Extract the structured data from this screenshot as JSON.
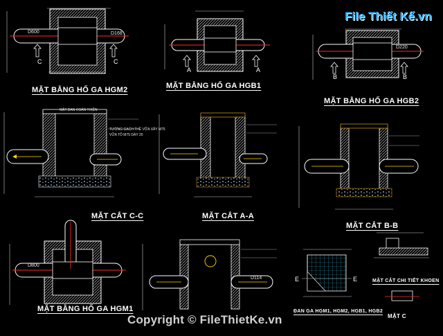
{
  "titles": {
    "hgm2": "MẶT BẰNG HỐ GA  HGM2",
    "hgb1": "MẶT BẰNG HỐ GA  HGB1",
    "hgb2": "MẶT BẰNG HỐ GA  HGB2",
    "cc": "MẶT CẮT C-C",
    "aa": "MẶT CẮT A-A",
    "bb": "MẶT CẮT B-B",
    "hgm1": "MẶT BẰNG HỐ GA  HGM1",
    "khoen": "MẶT CẮT CHI TIẾT KHOEN",
    "dan_ga": "ĐAN GA HGM1, HGM2, HGB1, HGB2",
    "mat_c": "MẶT C"
  },
  "pipe_labels": {
    "d600": "D600",
    "d800": "D800",
    "d114": "D114",
    "d168": "D168",
    "d220": "D220"
  },
  "section_marks": {
    "a": "A",
    "b": "B",
    "c": "C",
    "e": "E"
  },
  "notes": {
    "nap_hoa_tien": "MẶT ĐAN HOÀN THIỆN",
    "tuong_gach": "TƯỜNG GẠCH THẺ VỮA XÂY M75",
    "vua_trat": "VỮA TÔ M75 DÀY 20"
  },
  "watermark": {
    "logo": "File Thiết Kế.vn",
    "copyright": "Copyright © FileThietKe.vn"
  },
  "colors": {
    "background": "#000000",
    "wall": "#ffffff",
    "hatch": "#9a9a9a",
    "pipe": "#ffffff",
    "centerline": "#ff2a2a",
    "arrow": "#ffd400",
    "dimension": "#c8c8c8",
    "cyan": "#34e0ff",
    "brown": "#c89018",
    "logo": "#2fb2ff"
  }
}
